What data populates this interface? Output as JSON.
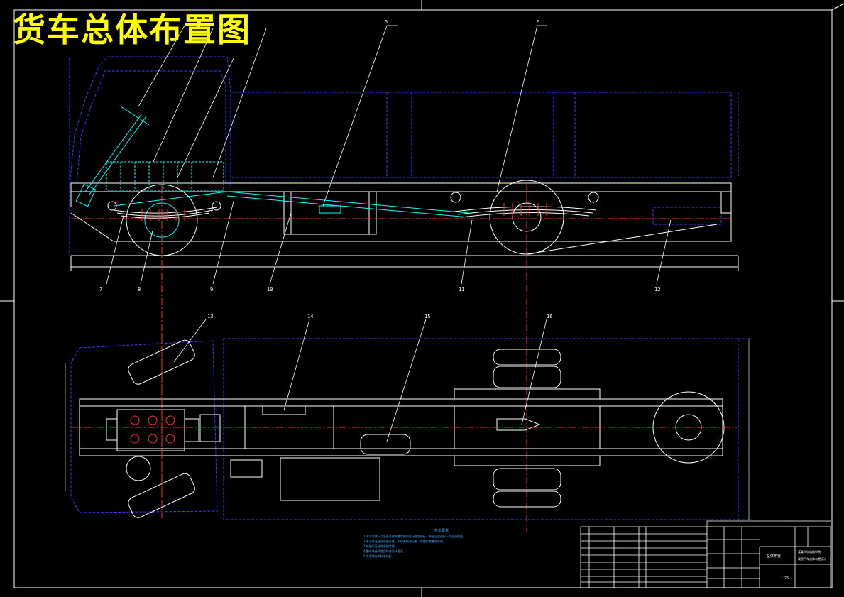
{
  "drawing": {
    "title": "货车总体布置图",
    "callouts": [
      "5",
      "6",
      "7",
      "8",
      "9",
      "10",
      "11",
      "12",
      "13",
      "14",
      "15",
      "16"
    ],
    "notes": {
      "title": "技术要求",
      "lines": [
        "1.本车总体尺寸及各总成布置均按照设计要求执行，装配后应进行一次全面检查。",
        "2.各总成连接应牢固可靠，不得有松动现象，管路布置整齐合理。",
        "3.轮胎气压应符合规定值。",
        "4.整车装备质量应符合设计要求。",
        "5.其余按有关标准执行。"
      ]
    },
    "title_block": {
      "name": "总体布置",
      "school": "某某大学机械学院",
      "design_title": "载货汽车总体布置设计",
      "scale": "1:25"
    }
  },
  "colors": {
    "background": "#000000",
    "outline": "#ffffff",
    "hidden": "#3b3bff",
    "centerline": "#ff3030",
    "detail": "#00ffff",
    "title": "#ffff00",
    "notes": "#4aa8ff"
  }
}
